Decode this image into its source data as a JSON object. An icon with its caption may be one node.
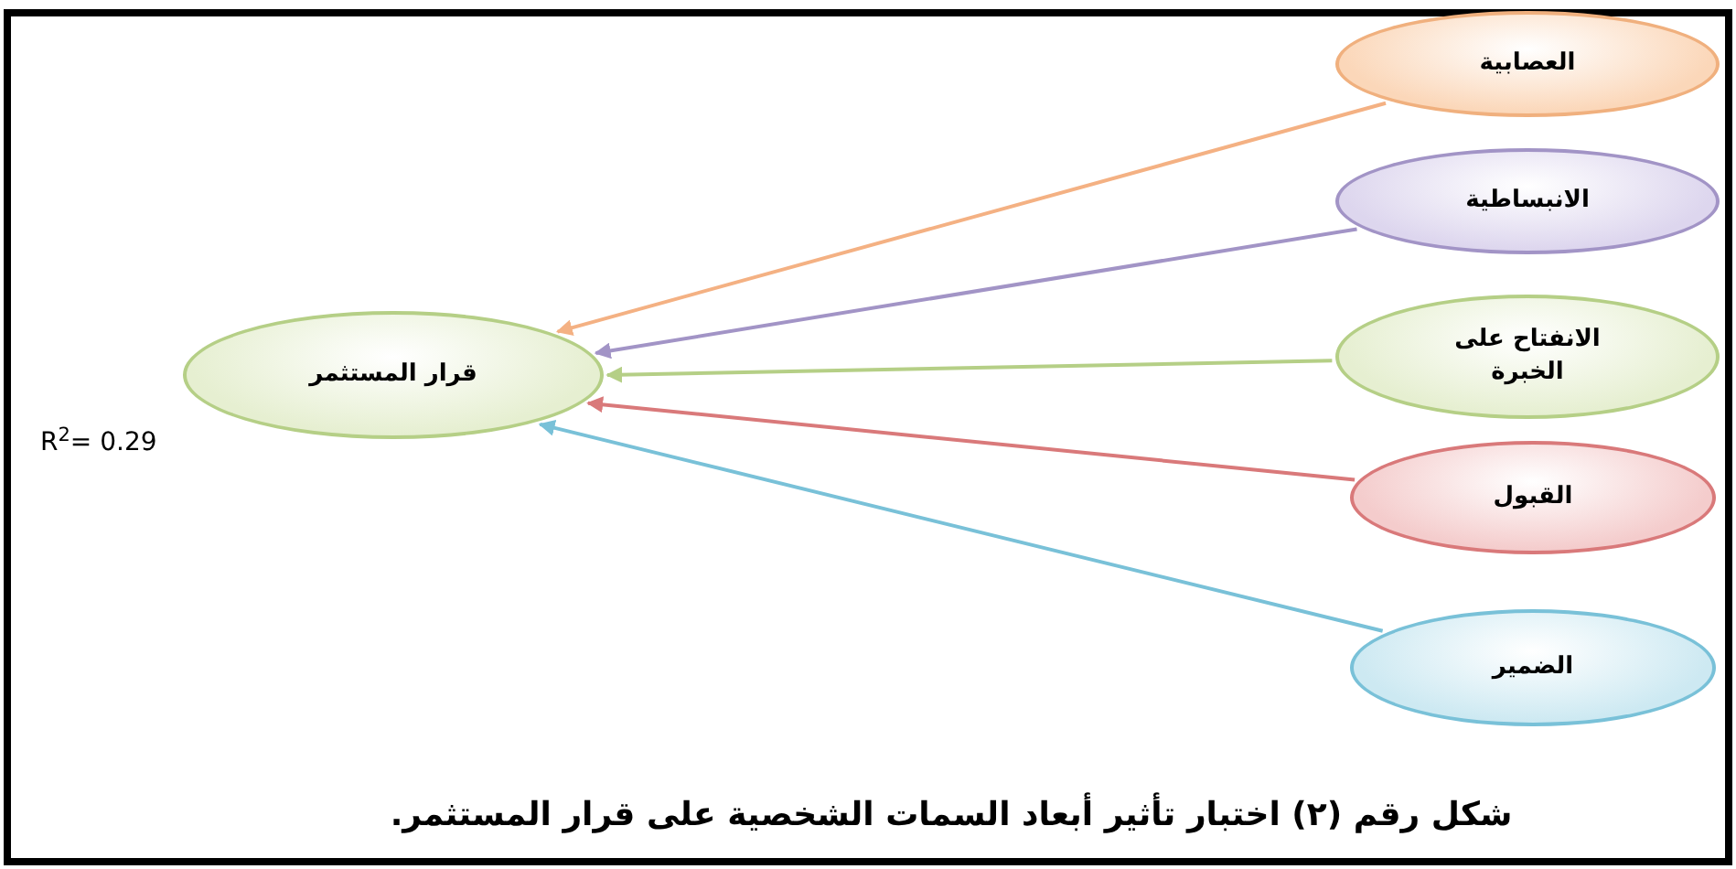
{
  "diagram": {
    "caption": "شكل رقم (٢) اختبار تأثير أبعاد السمات الشخصية على قرار المستثمر.",
    "nodes": [
      {
        "text": [
          "قرار المستثمر"
        ]
      },
      {
        "text": [
          "العصابية"
        ]
      },
      {
        "text": [
          "الانبساطية"
        ]
      },
      {
        "text": [
          "الانفتاح على الخبرة"
        ]
      },
      {
        "text": [
          "القبول"
        ]
      },
      {
        "text": [
          "الضمير"
        ]
      }
    ],
    "edges": [
      {
        "from": 1,
        "to": 0,
        "arrow": "to",
        "color": "#f4b183"
      },
      {
        "from": 2,
        "to": 0,
        "arrow": "to",
        "color": "#a294c6"
      },
      {
        "from": 3,
        "to": 0,
        "arrow": "to",
        "color": "#b5cf86"
      },
      {
        "from": 4,
        "to": 0,
        "arrow": "to",
        "color": "#d9797a"
      },
      {
        "from": 5,
        "to": 0,
        "arrow": "to",
        "color": "#79c1d8"
      }
    ],
    "labels": [
      "R$^{2}$= 0.29"
    ]
  }
}
